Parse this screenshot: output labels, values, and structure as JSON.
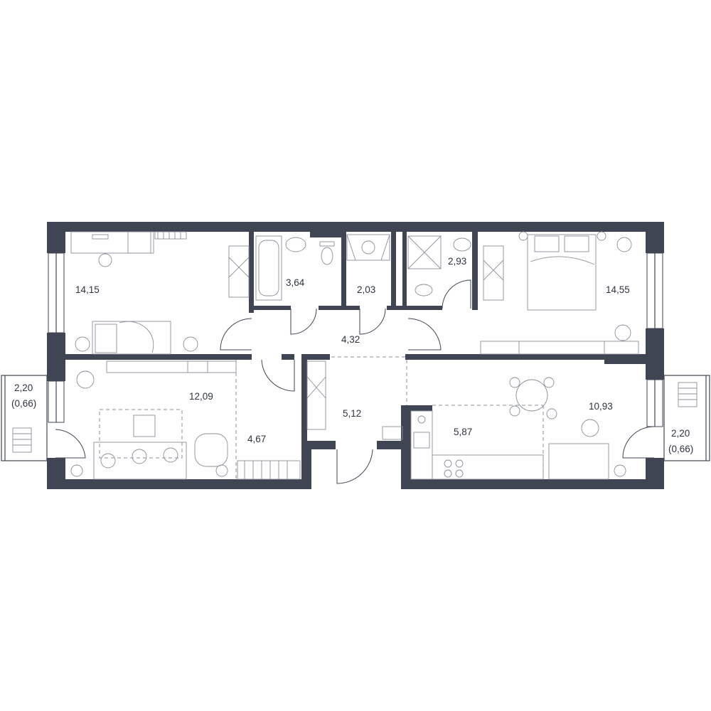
{
  "rooms": [
    {
      "id": "bedroom-left",
      "area": "14,15"
    },
    {
      "id": "bathroom-tub",
      "area": "3,64"
    },
    {
      "id": "toilet",
      "area": "2,03"
    },
    {
      "id": "shower-room",
      "area": "2,93"
    },
    {
      "id": "bedroom-right",
      "area": "14,55"
    },
    {
      "id": "hallway",
      "area": "4,32"
    },
    {
      "id": "living-room",
      "area": "12,09"
    },
    {
      "id": "wardrobe",
      "area": "4,67"
    },
    {
      "id": "corridor",
      "area": "5,12"
    },
    {
      "id": "kitchen",
      "area": "5,87"
    },
    {
      "id": "dining-room",
      "area": "10,93"
    }
  ],
  "balconies": [
    {
      "id": "balcony-left",
      "area": "2,20",
      "reduced_area": "(0,66)"
    },
    {
      "id": "balcony-right",
      "area": "2,20",
      "reduced_area": "(0,66)"
    }
  ],
  "colors": {
    "wall": "#3f4553",
    "furniture": "#8a8f99",
    "background": "#ffffff"
  }
}
